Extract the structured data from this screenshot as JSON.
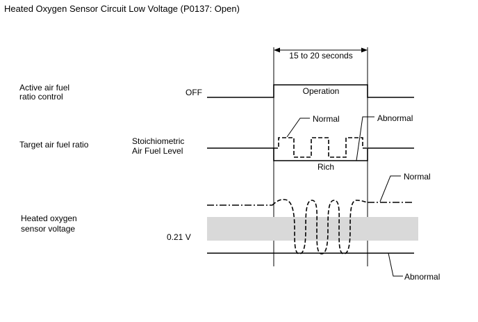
{
  "title": "Heated Oxygen Sensor Circuit Low Voltage (P0137: Open)",
  "timing": {
    "duration_label": "15 to 20 seconds"
  },
  "rows": {
    "active_control": {
      "label_line1": "Active air fuel",
      "label_line2": "ratio control",
      "level_off": "OFF",
      "operation": "Operation"
    },
    "target_ratio": {
      "label": "Target air fuel ratio",
      "level_line1": "Stoichiometric",
      "level_line2": "Air Fuel Level",
      "normal": "Normal",
      "abnormal": "Abnormal",
      "rich": "Rich"
    },
    "sensor_voltage": {
      "label_line1": "Heated oxygen",
      "label_line2": "sensor voltage",
      "threshold": "0.21 V",
      "normal": "Normal",
      "abnormal": "Abnormal"
    }
  },
  "colors": {
    "threshold_band": "#d9d9d9",
    "line": "#000000"
  }
}
